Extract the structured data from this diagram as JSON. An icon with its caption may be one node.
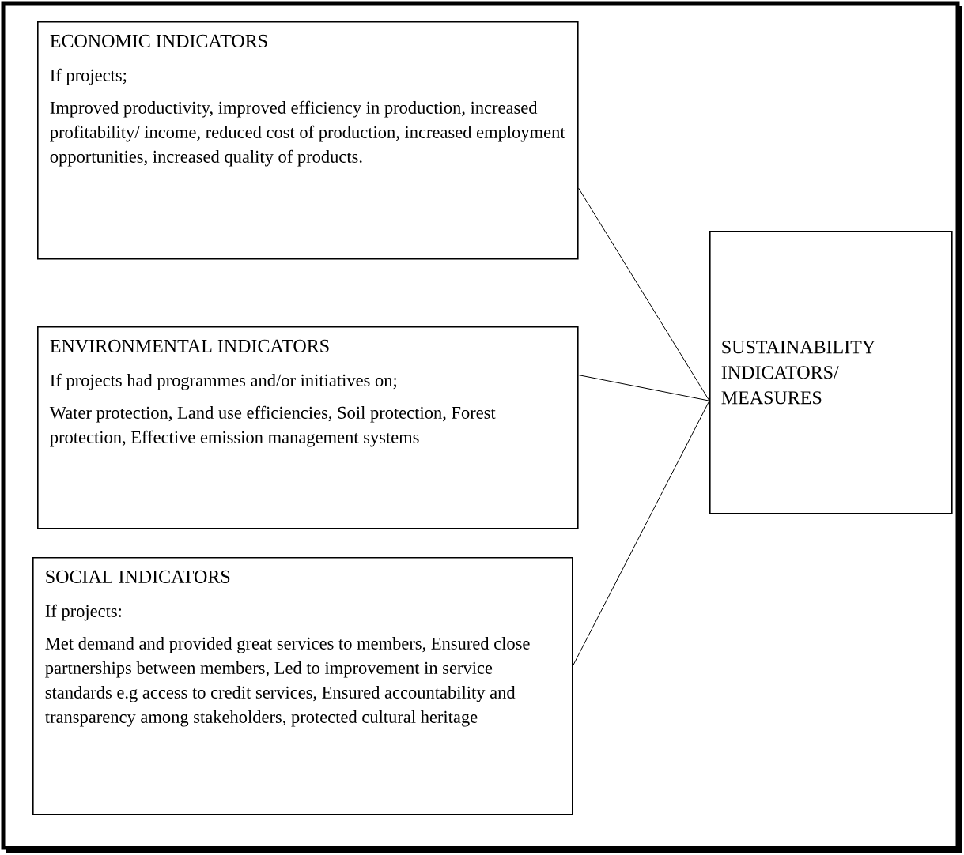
{
  "diagram": {
    "nodes": [
      {
        "text": [
          "ECONOMIC INDICATORS",
          "If projects;",
          "Improved productivity, improved efficiency in production, increased profitability/ income, reduced cost of production, increased employment opportunities, increased quality of products."
        ]
      },
      {
        "text": [
          "ENVIRONMENTAL INDICATORS",
          "If projects had programmes and/or initiatives on;",
          "Water protection, Land use efficiencies, Soil protection, Forest protection, Effective emission management systems"
        ]
      },
      {
        "text": [
          "SOCIAL INDICATORS",
          "If projects:",
          "Met demand and provided great services to members, Ensured close partnerships between members, Led to improvement in service standards e.g access to credit services, Ensured accountability and transparency among stakeholders, protected cultural heritage"
        ]
      },
      {
        "text": [
          "SUSTAINABILITY INDICATORS/ MEASURES"
        ]
      }
    ],
    "edges": [
      {
        "from": 0,
        "to": 3,
        "arrow": "none"
      },
      {
        "from": 1,
        "to": 3,
        "arrow": "none"
      },
      {
        "from": 2,
        "to": 3,
        "arrow": "none"
      }
    ]
  }
}
